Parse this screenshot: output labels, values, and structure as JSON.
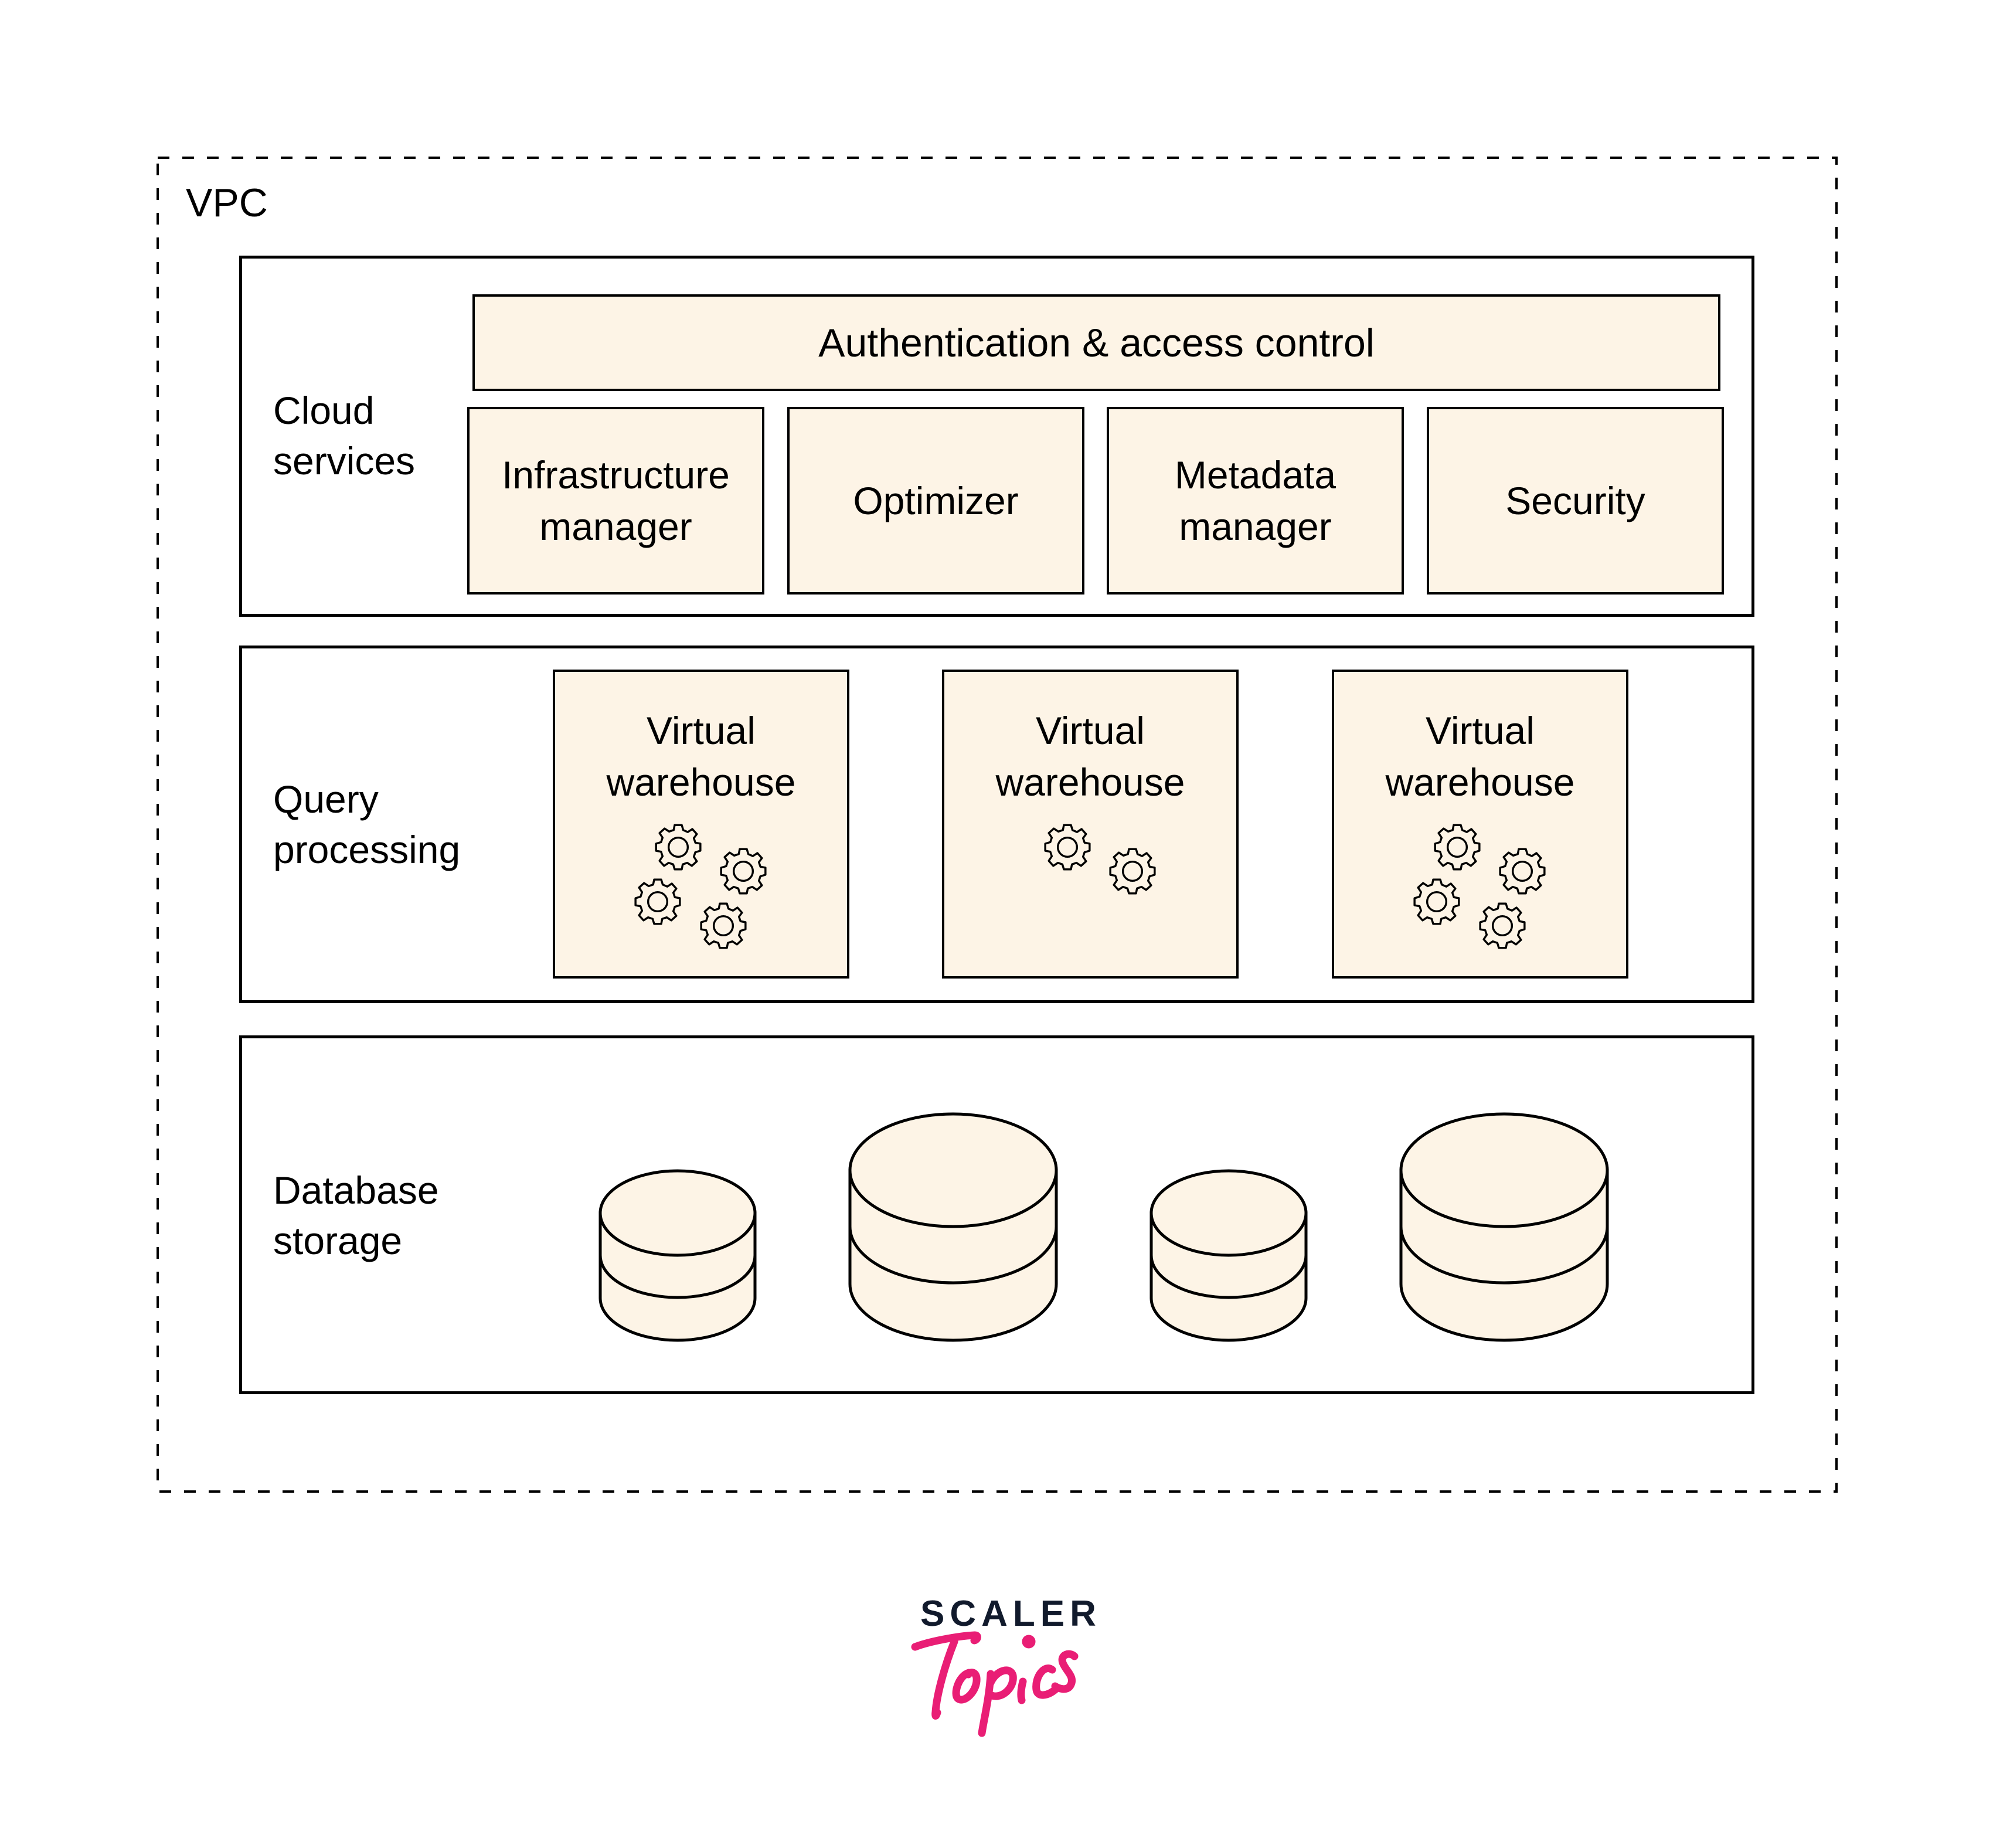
{
  "vpc": {
    "label": "VPC"
  },
  "colors": {
    "component_fill": "#fdf4e6",
    "stroke": "#000000",
    "logo_dark": "#111a2c",
    "logo_pink": "#e91e75"
  },
  "layers": {
    "cloud_services": {
      "label_line1": "Cloud",
      "label_line2": "services",
      "top_bar": "Authentication & access control",
      "components": [
        {
          "line1": "Infrastructure",
          "line2": "manager"
        },
        {
          "line1": "Optimizer",
          "line2": ""
        },
        {
          "line1": "Metadata",
          "line2": "manager"
        },
        {
          "line1": "Security",
          "line2": ""
        }
      ]
    },
    "query_processing": {
      "label_line1": "Query",
      "label_line2": "processing",
      "warehouses": [
        {
          "line1": "Virtual",
          "line2": "warehouse",
          "icon": "gears-icon",
          "gear_count": 4
        },
        {
          "line1": "Virtual",
          "line2": "warehouse",
          "icon": "gears-icon",
          "gear_count": 2
        },
        {
          "line1": "Virtual",
          "line2": "warehouse",
          "icon": "gears-icon",
          "gear_count": 4
        }
      ]
    },
    "database_storage": {
      "label_line1": "Database",
      "label_line2": "storage",
      "databases": [
        {
          "icon": "database-icon",
          "size": "small"
        },
        {
          "icon": "database-icon",
          "size": "large"
        },
        {
          "icon": "database-icon",
          "size": "small"
        },
        {
          "icon": "database-icon",
          "size": "large"
        }
      ]
    }
  },
  "logo": {
    "brand": "SCALER",
    "sub": "Topics"
  }
}
